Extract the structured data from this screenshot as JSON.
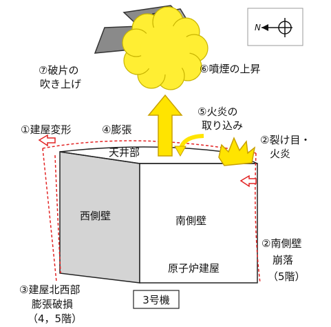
{
  "labels": {
    "debris": [
      "⑦破片の",
      "吹き上げ"
    ],
    "smoke": "⑥噴煙の上昇",
    "deformation": "①建屋変形",
    "expansion": "④膨張",
    "fire_intake": [
      "⑤火炎の",
      "取り込み"
    ],
    "crack": [
      "②裂け目・",
      "火炎"
    ],
    "ceiling": "天井部",
    "west_wall": "西側壁",
    "south_wall": "南側壁",
    "reactor_building": "原子炉建屋",
    "south_collapse": [
      "②南側壁",
      "崩落",
      "（5階）"
    ],
    "northwest_damage": [
      "③建屋北西部",
      "膨張破損",
      "（4，5階）"
    ],
    "unit": "3号機"
  },
  "compass": {
    "label": "N",
    "arrow_icon": "compass-arrow-icon"
  },
  "colors": {
    "smoke_fill": "#ffee33",
    "arrow_fill": "#ffe400",
    "arrow_stroke": "#c8a000",
    "deform_red": "#e22222",
    "west_wall_fill": "#d4d4d4"
  }
}
